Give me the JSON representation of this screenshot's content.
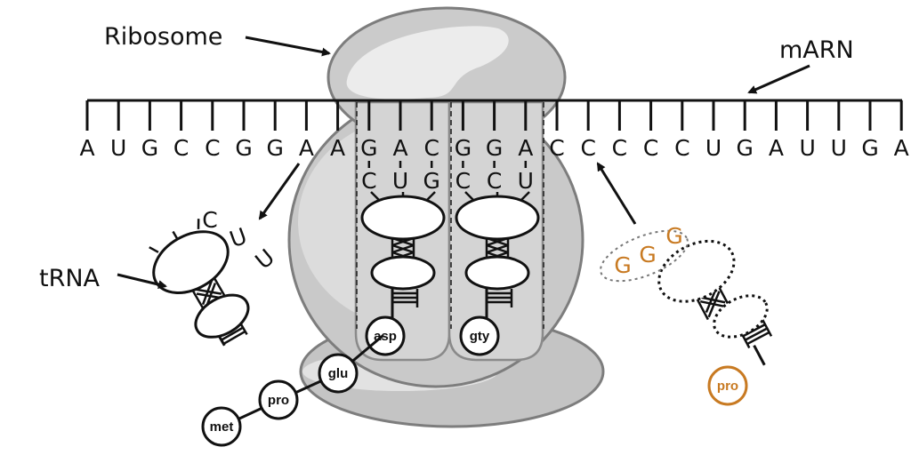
{
  "labels": {
    "ribosome": "Ribosome",
    "mrna": "mARN",
    "trna": "tRNA"
  },
  "colors": {
    "ribosome_fill": "#c9c9c9",
    "ribosome_highlight": "#e6e6e6",
    "ribosome_outline": "#808080",
    "incoming_trna": "#c87a22",
    "ink": "#111111"
  },
  "mrna": {
    "codons_sequence": [
      "A",
      "U",
      "G",
      "C",
      "C",
      "G",
      "G",
      "A",
      "A",
      "G",
      "A",
      "C",
      "G",
      "G",
      "A",
      "C",
      "C",
      "C",
      "C",
      "C",
      "U",
      "G",
      "A",
      "U",
      "U",
      "G",
      "A"
    ]
  },
  "sites": [
    {
      "name": "site-p",
      "anticodon": [
        "C",
        "U",
        "G"
      ],
      "amino_acid": "asp"
    },
    {
      "name": "site-a",
      "anticodon": [
        "C",
        "C",
        "U"
      ],
      "amino_acid": "gty"
    }
  ],
  "exiting_trna": {
    "anticodon": [
      "C",
      "U",
      "U"
    ]
  },
  "incoming_trna": {
    "anticodon": [
      "G",
      "G",
      "G"
    ],
    "amino_acid": "pro"
  },
  "peptide_chain": [
    "met",
    "pro",
    "glu",
    "asp"
  ]
}
